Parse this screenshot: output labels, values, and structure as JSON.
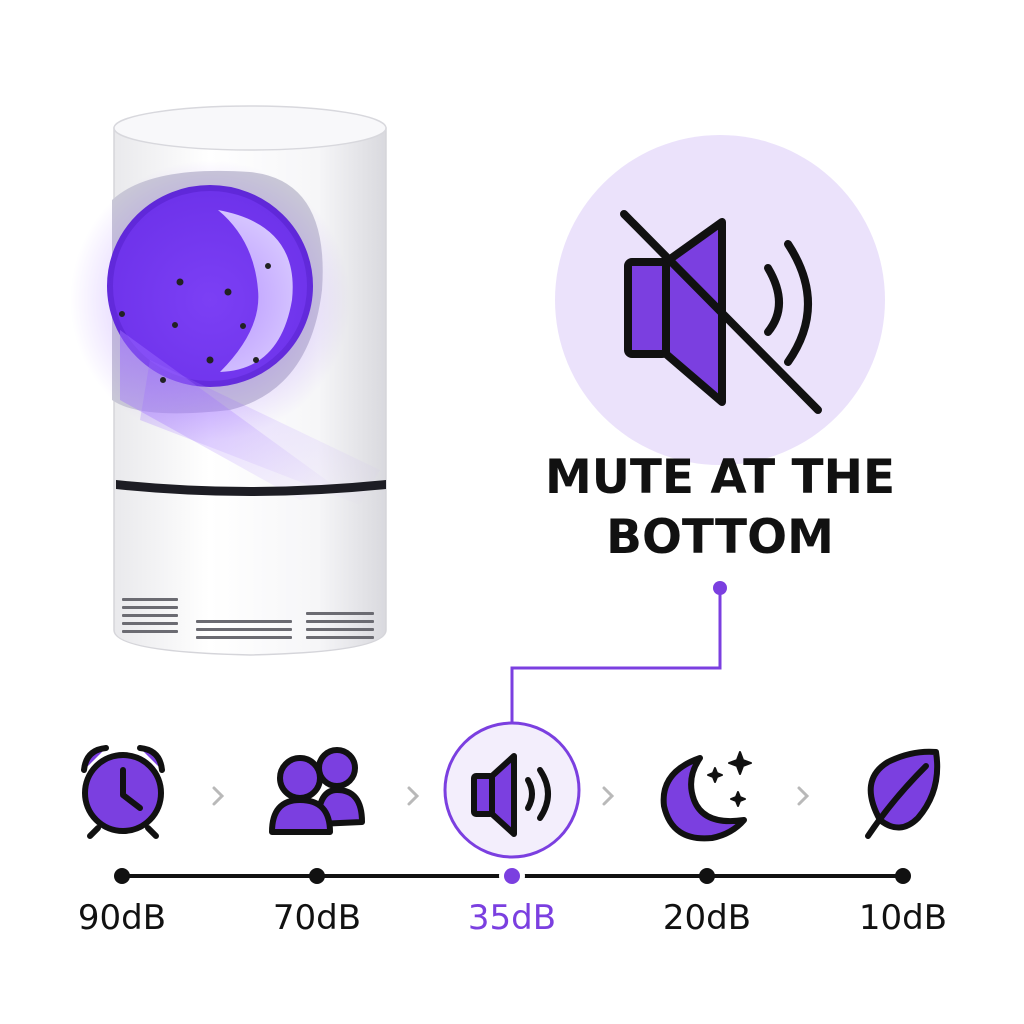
{
  "colors": {
    "accent": "#7b3fe0",
    "accent_light": "#ebe2fb",
    "outline": "#111111",
    "chevron": "#b9b9b9"
  },
  "product": {
    "name_icon": "mosquito-lamp-product-image"
  },
  "feature": {
    "icon": "speaker-muted-icon",
    "title_line1": "MUTE AT THE",
    "title_line2": "BOTTOM"
  },
  "scale": {
    "active_index": 2,
    "levels": [
      {
        "label": "90dB",
        "icon": "alarm-clock-icon"
      },
      {
        "label": "70dB",
        "icon": "people-icon"
      },
      {
        "label": "35dB",
        "icon": "speaker-low-icon"
      },
      {
        "label": "20dB",
        "icon": "moon-stars-icon"
      },
      {
        "label": "10dB",
        "icon": "leaf-icon"
      }
    ]
  }
}
